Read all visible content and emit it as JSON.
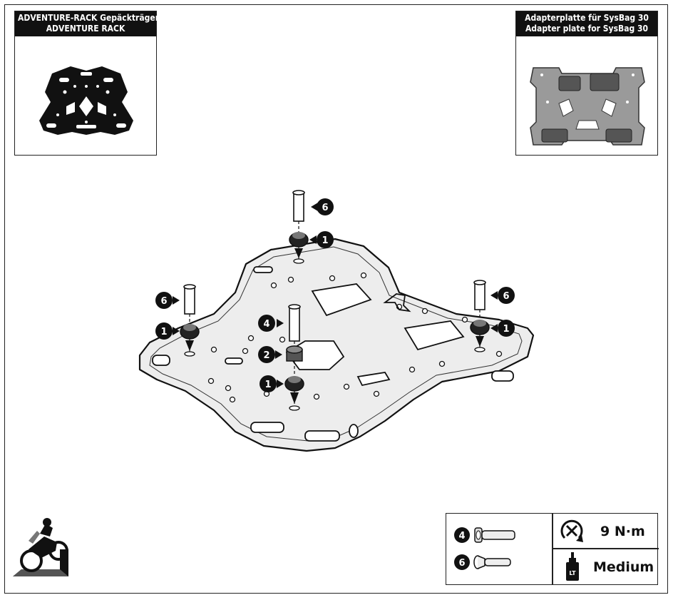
{
  "product_left": {
    "title_line1": "ADVENTURE-RACK Gepäckträger",
    "title_line2": "ADVENTURE RACK",
    "icon": "rack-icon"
  },
  "product_right": {
    "title_line1": "Adapterplatte für SysBag 30",
    "title_line2": "Adapter plate for SysBag 30",
    "icon": "adapter-plate-icon"
  },
  "callouts": {
    "screw_top": "6",
    "screw_left": "6",
    "screw_right": "6",
    "bushing_top": "1",
    "bushing_left": "1",
    "bushing_right": "1",
    "bushing_center": "1",
    "long_screw": "4",
    "spacer": "2"
  },
  "spec": {
    "part_a_num": "4",
    "part_b_num": "6",
    "torque": "9 N·m",
    "threadlock": "Medium",
    "threadlock_label": "LT"
  },
  "colors": {
    "ink": "#111111",
    "plate_fill": "#ededed",
    "adapter_fill": "#9a9a9a"
  }
}
